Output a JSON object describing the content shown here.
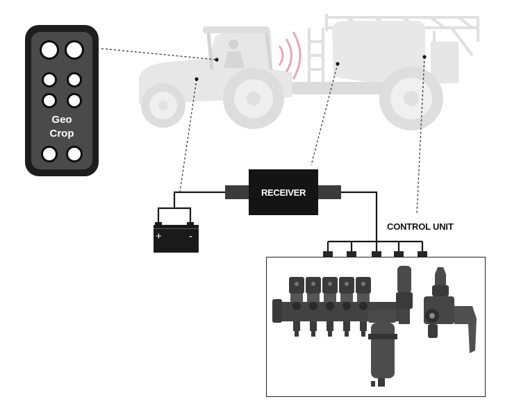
{
  "remote": {
    "label_line1": "Geo",
    "label_line2": "Crop"
  },
  "receiver": {
    "label": "RECEIVER"
  },
  "control_unit": {
    "label": "CONTROL UNIT"
  },
  "battery": {
    "plus": "+",
    "minus": "-"
  },
  "colors": {
    "device_dark": "#1d1d1d",
    "tractor_gray": "#e3e3e3",
    "signal_pink": "#e8a6b4",
    "valve_dark": "#3a3a3a"
  }
}
